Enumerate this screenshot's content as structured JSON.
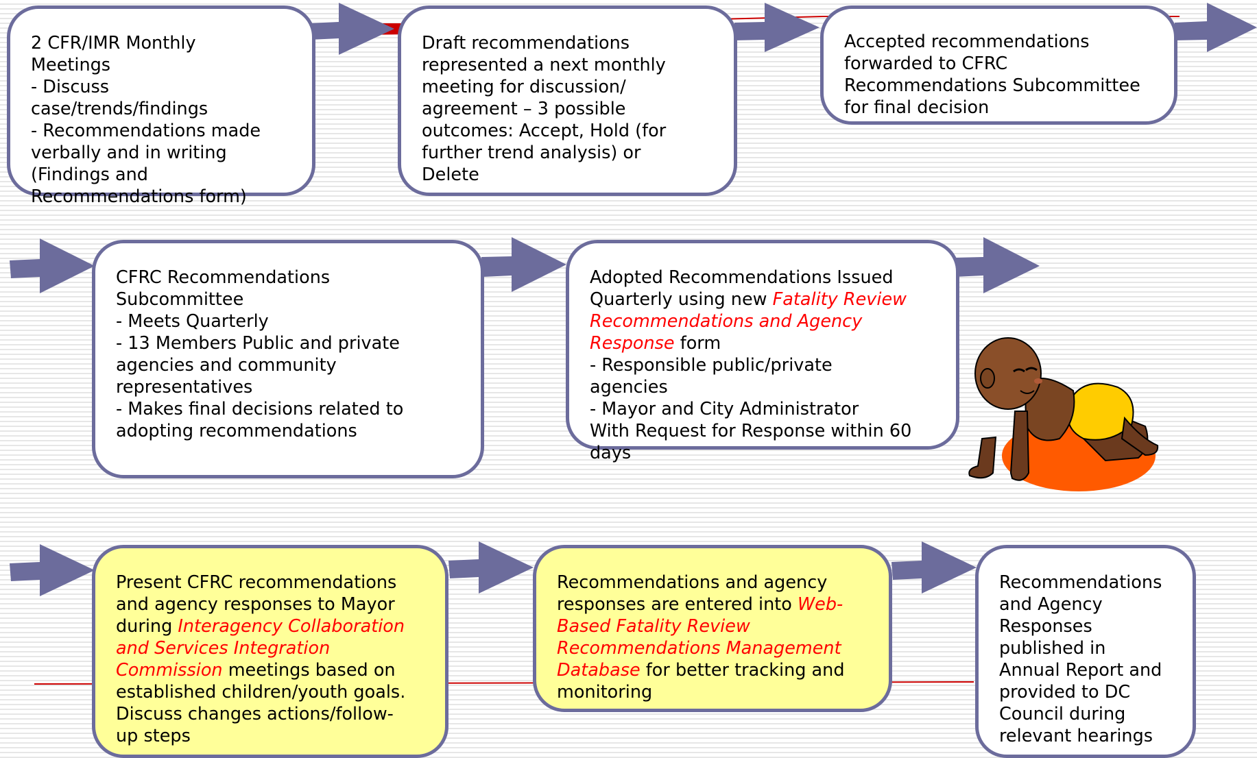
{
  "colors": {
    "box_border": "#6c6c9c",
    "arrow_fill": "#6c6c9c",
    "highlight_fill": "#ffff99",
    "emphasis_text": "#ff0000",
    "connector_line": "#cc0000"
  },
  "steps": [
    {
      "lines": [
        {
          "segments": [
            {
              "text": "2 CFR/IMR Monthly"
            }
          ]
        },
        {
          "segments": [
            {
              "text": "Meetings"
            }
          ]
        },
        {
          "segments": [
            {
              "text": "- Discuss"
            }
          ]
        },
        {
          "segments": [
            {
              "text": "case/trends/findings"
            }
          ]
        },
        {
          "segments": [
            {
              "text": "- Recommendations made"
            }
          ]
        },
        {
          "segments": [
            {
              "text": "verbally and in writing"
            }
          ]
        },
        {
          "segments": [
            {
              "text": "(Findings and"
            }
          ]
        },
        {
          "segments": [
            {
              "text": "Recommendations form)"
            }
          ]
        }
      ]
    },
    {
      "lines": [
        {
          "segments": [
            {
              "text": "Draft recommendations"
            }
          ]
        },
        {
          "segments": [
            {
              "text": "represented a next monthly"
            }
          ]
        },
        {
          "segments": [
            {
              "text": "meeting for discussion/"
            }
          ]
        },
        {
          "segments": [
            {
              "text": "agreement – 3 possible"
            }
          ]
        },
        {
          "segments": [
            {
              "text": "outcomes: Accept, Hold (for"
            }
          ]
        },
        {
          "segments": [
            {
              "text": "further trend analysis) or"
            }
          ]
        },
        {
          "segments": [
            {
              "text": "Delete"
            }
          ]
        }
      ]
    },
    {
      "lines": [
        {
          "segments": [
            {
              "text": "Accepted recommendations"
            }
          ]
        },
        {
          "segments": [
            {
              "text": "forwarded to CFRC"
            }
          ]
        },
        {
          "segments": [
            {
              "text": "Recommendations Subcommittee"
            }
          ]
        },
        {
          "segments": [
            {
              "text": "for final decision"
            }
          ]
        }
      ]
    },
    {
      "lines": [
        {
          "segments": [
            {
              "text": "CFRC Recommendations"
            }
          ]
        },
        {
          "segments": [
            {
              "text": "Subcommittee"
            }
          ]
        },
        {
          "segments": [
            {
              "text": "- Meets Quarterly"
            }
          ]
        },
        {
          "segments": [
            {
              "text": "- 13 Members Public and private"
            }
          ]
        },
        {
          "segments": [
            {
              "text": "agencies and community"
            }
          ]
        },
        {
          "segments": [
            {
              "text": "representatives"
            }
          ]
        },
        {
          "segments": [
            {
              "text": "- Makes final decisions related to"
            }
          ]
        },
        {
          "segments": [
            {
              "text": "adopting recommendations"
            }
          ]
        }
      ]
    },
    {
      "lines": [
        {
          "segments": [
            {
              "text": "Adopted Recommendations Issued"
            }
          ]
        },
        {
          "segments": [
            {
              "text": "Quarterly using new "
            },
            {
              "text": "Fatality Review",
              "em": true
            }
          ]
        },
        {
          "segments": [
            {
              "text": "Recommendations and Agency",
              "em": true
            }
          ]
        },
        {
          "segments": [
            {
              "text": "Response",
              "em": true
            },
            {
              "text": " form"
            }
          ]
        },
        {
          "segments": [
            {
              "text": "- Responsible public/private"
            }
          ]
        },
        {
          "segments": [
            {
              "text": "agencies"
            }
          ]
        },
        {
          "segments": [
            {
              "text": "- Mayor and City Administrator"
            }
          ]
        },
        {
          "segments": [
            {
              "text": "With Request for Response within 60"
            }
          ]
        },
        {
          "segments": [
            {
              "text": "days"
            }
          ]
        }
      ]
    },
    {
      "lines": [
        {
          "segments": [
            {
              "text": "Present CFRC recommendations"
            }
          ]
        },
        {
          "segments": [
            {
              "text": "and agency responses to Mayor"
            }
          ]
        },
        {
          "segments": [
            {
              "text": "during "
            },
            {
              "text": "Interagency Collaboration",
              "em": true
            }
          ]
        },
        {
          "segments": [
            {
              "text": "and Services Integration",
              "em": true
            }
          ]
        },
        {
          "segments": [
            {
              "text": "Commission",
              "em": true
            },
            {
              "text": " meetings based on"
            }
          ]
        },
        {
          "segments": [
            {
              "text": "established children/youth goals."
            }
          ]
        },
        {
          "segments": [
            {
              "text": "Discuss changes actions/follow-"
            }
          ]
        },
        {
          "segments": [
            {
              "text": "up steps"
            }
          ]
        }
      ]
    },
    {
      "lines": [
        {
          "segments": [
            {
              "text": "Recommendations and agency"
            }
          ]
        },
        {
          "segments": [
            {
              "text": "responses are entered into "
            },
            {
              "text": "Web-",
              "em": true
            }
          ]
        },
        {
          "segments": [
            {
              "text": "Based Fatality Review",
              "em": true
            }
          ]
        },
        {
          "segments": [
            {
              "text": "Recommendations Management",
              "em": true
            }
          ]
        },
        {
          "segments": [
            {
              "text": "Database",
              "em": true
            },
            {
              "text": " for better tracking and"
            }
          ]
        },
        {
          "segments": [
            {
              "text": "monitoring"
            }
          ]
        }
      ]
    },
    {
      "lines": [
        {
          "segments": [
            {
              "text": "Recommendations"
            }
          ]
        },
        {
          "segments": [
            {
              "text": "and Agency"
            }
          ]
        },
        {
          "segments": [
            {
              "text": "Responses"
            }
          ]
        },
        {
          "segments": [
            {
              "text": "published in"
            }
          ]
        },
        {
          "segments": [
            {
              "text": "Annual Report and"
            }
          ]
        },
        {
          "segments": [
            {
              "text": "provided to DC"
            }
          ]
        },
        {
          "segments": [
            {
              "text": "Council during"
            }
          ]
        },
        {
          "segments": [
            {
              "text": "relevant hearings"
            }
          ]
        }
      ]
    }
  ]
}
